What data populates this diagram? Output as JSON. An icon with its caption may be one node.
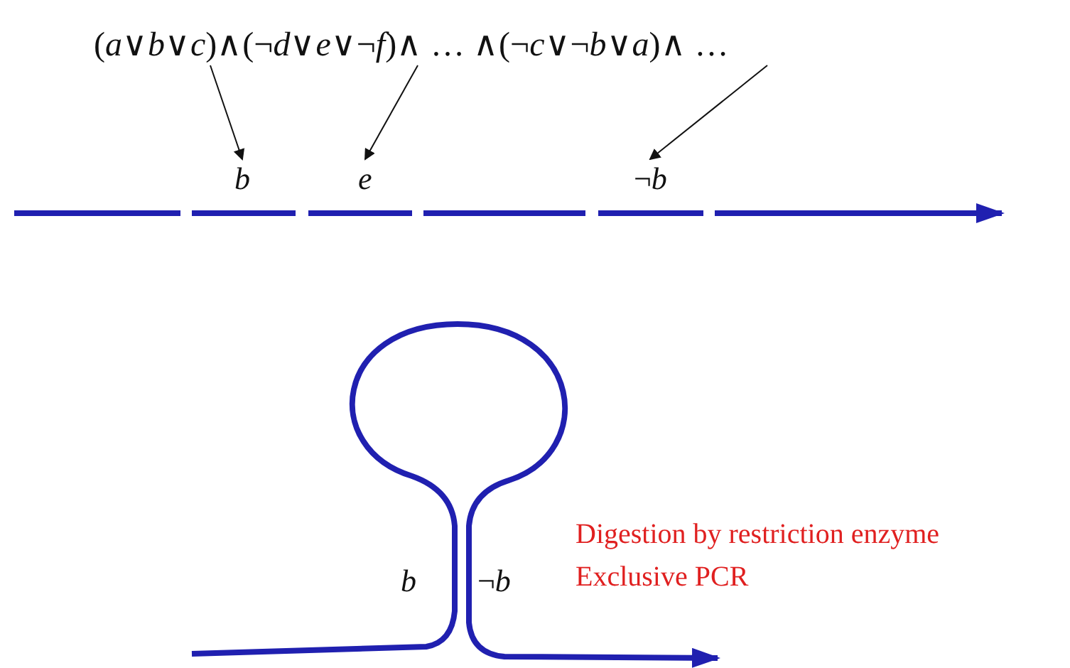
{
  "diagram": {
    "nodes": [
      {
        "text": [
          "(*a*∨*b*∨*c*)∧(¬*d*∨*e*∨¬*f*)∧ … ∧(¬*c*∨¬*b*∨*a*)∧ …"
        ]
      },
      {
        "text": [
          "*b*"
        ]
      },
      {
        "text": [
          "*e*"
        ]
      },
      {
        "text": [
          "¬*b*"
        ]
      }
    ],
    "edges": [
      {
        "from": 0,
        "to": 1,
        "arrow": "to"
      },
      {
        "from": 0,
        "to": 2,
        "arrow": "to"
      },
      {
        "from": 0,
        "to": 3,
        "arrow": "to"
      }
    ],
    "labels": [
      "*b*",
      "¬*b*",
      "Digestion by restriction enzyme",
      "Exclusive PCR"
    ]
  }
}
